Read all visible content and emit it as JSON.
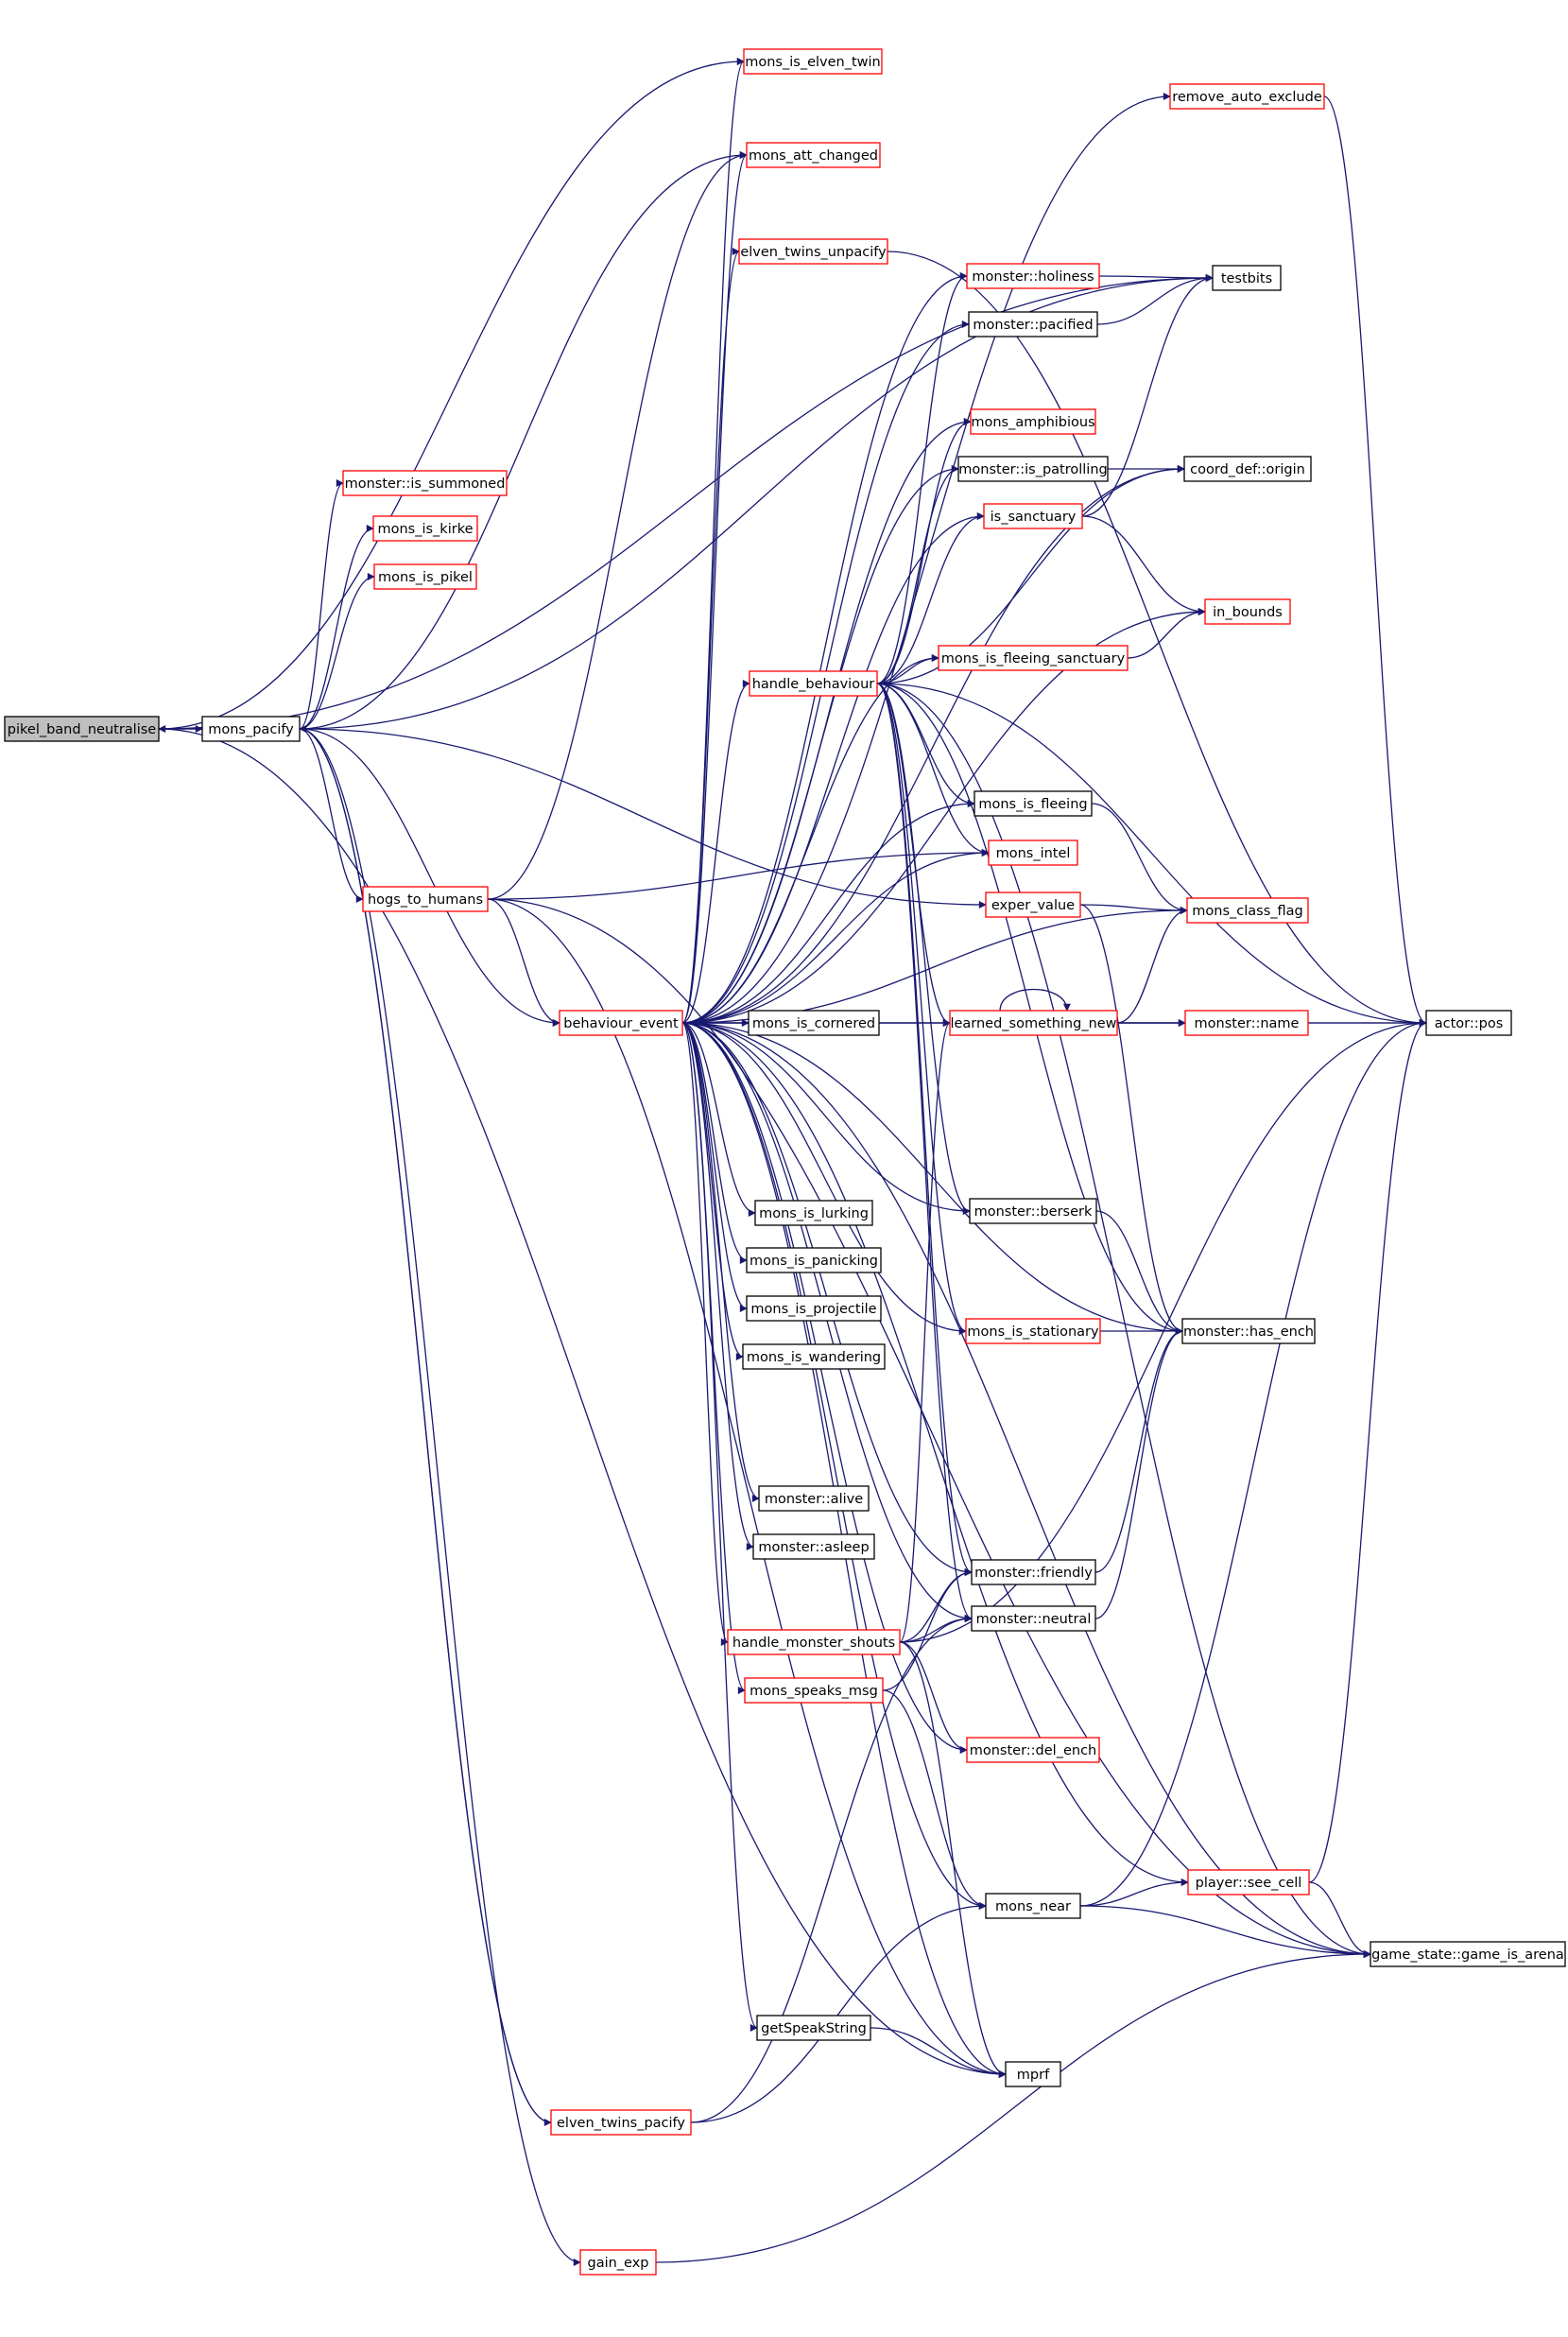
{
  "colors": {
    "edge": "#191970",
    "node_fill": "#ffffff",
    "node_border_black": "#000000",
    "node_border_red": "#ff0000",
    "root_fill": "#bfbfbf"
  },
  "nodes": {
    "pikel_band_neutralise": {
      "label": "pikel_band_neutralise",
      "border": "root"
    },
    "mons_pacify": {
      "label": "mons_pacify",
      "border": "black"
    },
    "mons_is_elven_twin": {
      "label": "mons_is_elven_twin",
      "border": "red"
    },
    "mons_att_changed": {
      "label": "mons_att_changed",
      "border": "red"
    },
    "elven_twins_unpacify": {
      "label": "elven_twins_unpacify",
      "border": "red"
    },
    "remove_auto_exclude": {
      "label": "remove_auto_exclude",
      "border": "red"
    },
    "testbits": {
      "label": "testbits",
      "border": "black"
    },
    "monster_holiness": {
      "label": "monster::holiness",
      "border": "red"
    },
    "monster_pacified": {
      "label": "monster::pacified",
      "border": "black"
    },
    "mons_amphibious": {
      "label": "mons_amphibious",
      "border": "red"
    },
    "monster_is_patrolling": {
      "label": "monster::is_patrolling",
      "border": "black"
    },
    "coord_def_origin": {
      "label": "coord_def::origin",
      "border": "black"
    },
    "monster_is_summoned": {
      "label": "monster::is_summoned",
      "border": "red"
    },
    "mons_is_kirke": {
      "label": "mons_is_kirke",
      "border": "red"
    },
    "mons_is_pikel": {
      "label": "mons_is_pikel",
      "border": "red"
    },
    "is_sanctuary": {
      "label": "is_sanctuary",
      "border": "red"
    },
    "in_bounds": {
      "label": "in_bounds",
      "border": "red"
    },
    "mons_is_fleeing_sanctuary": {
      "label": "mons_is_fleeing_sanctuary",
      "border": "red"
    },
    "handle_behaviour": {
      "label": "handle_behaviour",
      "border": "red"
    },
    "mons_is_fleeing": {
      "label": "mons_is_fleeing",
      "border": "black"
    },
    "mons_intel": {
      "label": "mons_intel",
      "border": "red"
    },
    "hogs_to_humans": {
      "label": "hogs_to_humans",
      "border": "red"
    },
    "exper_value": {
      "label": "exper_value",
      "border": "red"
    },
    "mons_class_flag": {
      "label": "mons_class_flag",
      "border": "red"
    },
    "behaviour_event": {
      "label": "behaviour_event",
      "border": "red"
    },
    "mons_is_cornered": {
      "label": "mons_is_cornered",
      "border": "black"
    },
    "learned_something_new": {
      "label": "learned_something_new",
      "border": "red"
    },
    "monster_name": {
      "label": "monster::name",
      "border": "red"
    },
    "actor_pos": {
      "label": "actor::pos",
      "border": "black"
    },
    "mons_is_lurking": {
      "label": "mons_is_lurking",
      "border": "black"
    },
    "monster_berserk": {
      "label": "monster::berserk",
      "border": "black"
    },
    "mons_is_panicking": {
      "label": "mons_is_panicking",
      "border": "black"
    },
    "mons_is_projectile": {
      "label": "mons_is_projectile",
      "border": "black"
    },
    "mons_is_stationary": {
      "label": "mons_is_stationary",
      "border": "red"
    },
    "monster_has_ench": {
      "label": "monster::has_ench",
      "border": "black"
    },
    "mons_is_wandering": {
      "label": "mons_is_wandering",
      "border": "black"
    },
    "monster_alive": {
      "label": "monster::alive",
      "border": "black"
    },
    "monster_asleep": {
      "label": "monster::asleep",
      "border": "black"
    },
    "monster_friendly": {
      "label": "monster::friendly",
      "border": "black"
    },
    "handle_monster_shouts": {
      "label": "handle_monster_shouts",
      "border": "red"
    },
    "monster_neutral": {
      "label": "monster::neutral",
      "border": "black"
    },
    "mons_speaks_msg": {
      "label": "mons_speaks_msg",
      "border": "red"
    },
    "monster_del_ench": {
      "label": "monster::del_ench",
      "border": "red"
    },
    "player_see_cell": {
      "label": "player::see_cell",
      "border": "red"
    },
    "mons_near": {
      "label": "mons_near",
      "border": "black"
    },
    "game_state_game_is_arena": {
      "label": "game_state::game_is_arena",
      "border": "black"
    },
    "getSpeakString": {
      "label": "getSpeakString",
      "border": "black"
    },
    "mprf": {
      "label": "mprf",
      "border": "black"
    },
    "elven_twins_pacify": {
      "label": "elven_twins_pacify",
      "border": "red"
    },
    "gain_exp": {
      "label": "gain_exp",
      "border": "red"
    }
  },
  "edges": [
    [
      "mons_pacify",
      "pikel_band_neutralise"
    ],
    [
      "pikel_band_neutralise",
      "mons_pacify"
    ],
    [
      "pikel_band_neutralise",
      "mons_is_elven_twin"
    ],
    [
      "pikel_band_neutralise",
      "testbits"
    ],
    [
      "pikel_band_neutralise",
      "mprf"
    ],
    [
      "mons_pacify",
      "mons_att_changed"
    ],
    [
      "mons_pacify",
      "monster_is_summoned"
    ],
    [
      "mons_pacify",
      "mons_is_kirke"
    ],
    [
      "mons_pacify",
      "mons_is_pikel"
    ],
    [
      "mons_pacify",
      "hogs_to_humans"
    ],
    [
      "mons_pacify",
      "exper_value"
    ],
    [
      "mons_pacify",
      "behaviour_event"
    ],
    [
      "mons_pacify",
      "elven_twins_pacify"
    ],
    [
      "mons_pacify",
      "gain_exp"
    ],
    [
      "mons_pacify",
      "testbits"
    ],
    [
      "hogs_to_humans",
      "mons_intel"
    ],
    [
      "hogs_to_humans",
      "behaviour_event"
    ],
    [
      "hogs_to_humans",
      "mons_att_changed"
    ],
    [
      "hogs_to_humans",
      "mprf"
    ],
    [
      "hogs_to_humans",
      "game_state_game_is_arena"
    ],
    [
      "elven_twins_unpacify",
      "actor_pos"
    ],
    [
      "remove_auto_exclude",
      "actor_pos"
    ],
    [
      "monster_holiness",
      "testbits"
    ],
    [
      "monster_pacified",
      "testbits"
    ],
    [
      "monster_is_patrolling",
      "coord_def_origin"
    ],
    [
      "is_sanctuary",
      "testbits"
    ],
    [
      "is_sanctuary",
      "in_bounds"
    ],
    [
      "mons_is_fleeing_sanctuary",
      "in_bounds"
    ],
    [
      "handle_behaviour",
      "mons_is_fleeing_sanctuary"
    ],
    [
      "handle_behaviour",
      "monster_holiness"
    ],
    [
      "handle_behaviour",
      "mons_amphibious"
    ],
    [
      "handle_behaviour",
      "monster_is_patrolling"
    ],
    [
      "handle_behaviour",
      "is_sanctuary"
    ],
    [
      "handle_behaviour",
      "coord_def_origin"
    ],
    [
      "handle_behaviour",
      "mons_is_fleeing"
    ],
    [
      "handle_behaviour",
      "mons_intel"
    ],
    [
      "handle_behaviour",
      "actor_pos"
    ],
    [
      "handle_behaviour",
      "game_state_game_is_arena"
    ],
    [
      "handle_behaviour",
      "monster_berserk"
    ],
    [
      "handle_behaviour",
      "monster_has_ench"
    ],
    [
      "handle_behaviour",
      "mons_is_stationary"
    ],
    [
      "handle_behaviour",
      "monster_friendly"
    ],
    [
      "handle_behaviour",
      "monster_neutral"
    ],
    [
      "handle_behaviour",
      "learned_something_new"
    ],
    [
      "mons_is_fleeing",
      "mons_class_flag"
    ],
    [
      "exper_value",
      "mons_class_flag"
    ],
    [
      "exper_value",
      "monster_has_ench"
    ],
    [
      "behaviour_event",
      "mons_is_elven_twin"
    ],
    [
      "behaviour_event",
      "mons_att_changed"
    ],
    [
      "behaviour_event",
      "elven_twins_unpacify"
    ],
    [
      "behaviour_event",
      "remove_auto_exclude"
    ],
    [
      "behaviour_event",
      "monster_holiness"
    ],
    [
      "behaviour_event",
      "monster_pacified"
    ],
    [
      "behaviour_event",
      "mons_amphibious"
    ],
    [
      "behaviour_event",
      "monster_is_patrolling"
    ],
    [
      "behaviour_event",
      "coord_def_origin"
    ],
    [
      "behaviour_event",
      "is_sanctuary"
    ],
    [
      "behaviour_event",
      "in_bounds"
    ],
    [
      "behaviour_event",
      "mons_is_fleeing_sanctuary"
    ],
    [
      "behaviour_event",
      "handle_behaviour"
    ],
    [
      "behaviour_event",
      "mons_is_fleeing"
    ],
    [
      "behaviour_event",
      "mons_intel"
    ],
    [
      "behaviour_event",
      "mons_class_flag"
    ],
    [
      "behaviour_event",
      "mons_is_cornered"
    ],
    [
      "behaviour_event",
      "learned_something_new"
    ],
    [
      "behaviour_event",
      "monster_name"
    ],
    [
      "behaviour_event",
      "actor_pos"
    ],
    [
      "behaviour_event",
      "mons_is_lurking"
    ],
    [
      "behaviour_event",
      "monster_berserk"
    ],
    [
      "behaviour_event",
      "mons_is_panicking"
    ],
    [
      "behaviour_event",
      "mons_is_projectile"
    ],
    [
      "behaviour_event",
      "mons_is_stationary"
    ],
    [
      "behaviour_event",
      "mons_is_wandering"
    ],
    [
      "behaviour_event",
      "monster_has_ench"
    ],
    [
      "behaviour_event",
      "monster_alive"
    ],
    [
      "behaviour_event",
      "monster_asleep"
    ],
    [
      "behaviour_event",
      "monster_friendly"
    ],
    [
      "behaviour_event",
      "monster_neutral"
    ],
    [
      "behaviour_event",
      "handle_monster_shouts"
    ],
    [
      "behaviour_event",
      "mons_speaks_msg"
    ],
    [
      "behaviour_event",
      "monster_del_ench"
    ],
    [
      "behaviour_event",
      "player_see_cell"
    ],
    [
      "behaviour_event",
      "mons_near"
    ],
    [
      "behaviour_event",
      "game_state_game_is_arena"
    ],
    [
      "behaviour_event",
      "getSpeakString"
    ],
    [
      "behaviour_event",
      "mprf"
    ],
    [
      "learned_something_new",
      "learned_something_new"
    ],
    [
      "learned_something_new",
      "mons_class_flag"
    ],
    [
      "learned_something_new",
      "monster_name"
    ],
    [
      "learned_something_new",
      "actor_pos"
    ],
    [
      "monster_berserk",
      "monster_has_ench"
    ],
    [
      "mons_is_stationary",
      "monster_has_ench"
    ],
    [
      "monster_friendly",
      "monster_has_ench"
    ],
    [
      "monster_neutral",
      "monster_has_ench"
    ],
    [
      "handle_monster_shouts",
      "monster_friendly"
    ],
    [
      "handle_monster_shouts",
      "monster_neutral"
    ],
    [
      "handle_monster_shouts",
      "learned_something_new"
    ],
    [
      "handle_monster_shouts",
      "monster_del_ench"
    ],
    [
      "handle_monster_shouts",
      "mprf"
    ],
    [
      "handle_monster_shouts",
      "actor_pos"
    ],
    [
      "mons_speaks_msg",
      "monster_friendly"
    ],
    [
      "mons_speaks_msg",
      "mons_near"
    ],
    [
      "mons_near",
      "player_see_cell"
    ],
    [
      "mons_near",
      "actor_pos"
    ],
    [
      "mons_near",
      "game_state_game_is_arena"
    ],
    [
      "player_see_cell",
      "actor_pos"
    ],
    [
      "player_see_cell",
      "game_state_game_is_arena"
    ],
    [
      "getSpeakString",
      "mprf"
    ],
    [
      "elven_twins_pacify",
      "mons_pacify"
    ],
    [
      "elven_twins_pacify",
      "monster_neutral"
    ],
    [
      "elven_twins_pacify",
      "mons_near"
    ],
    [
      "gain_exp",
      "game_state_game_is_arena"
    ]
  ]
}
